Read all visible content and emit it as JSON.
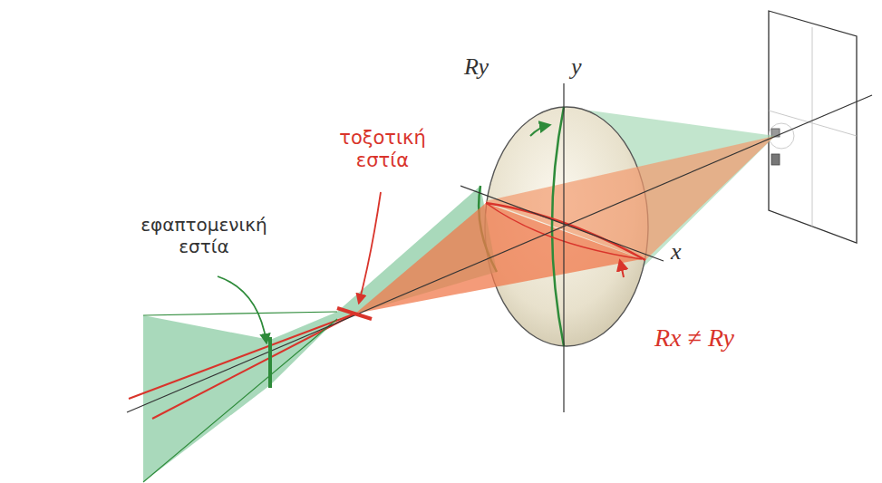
{
  "diagram": {
    "labels": [
      "Ry",
      "y",
      "τοξοτική εστία",
      "εφαπτομενική εστία",
      "x",
      "Rx ≠ Ry"
    ]
  }
}
